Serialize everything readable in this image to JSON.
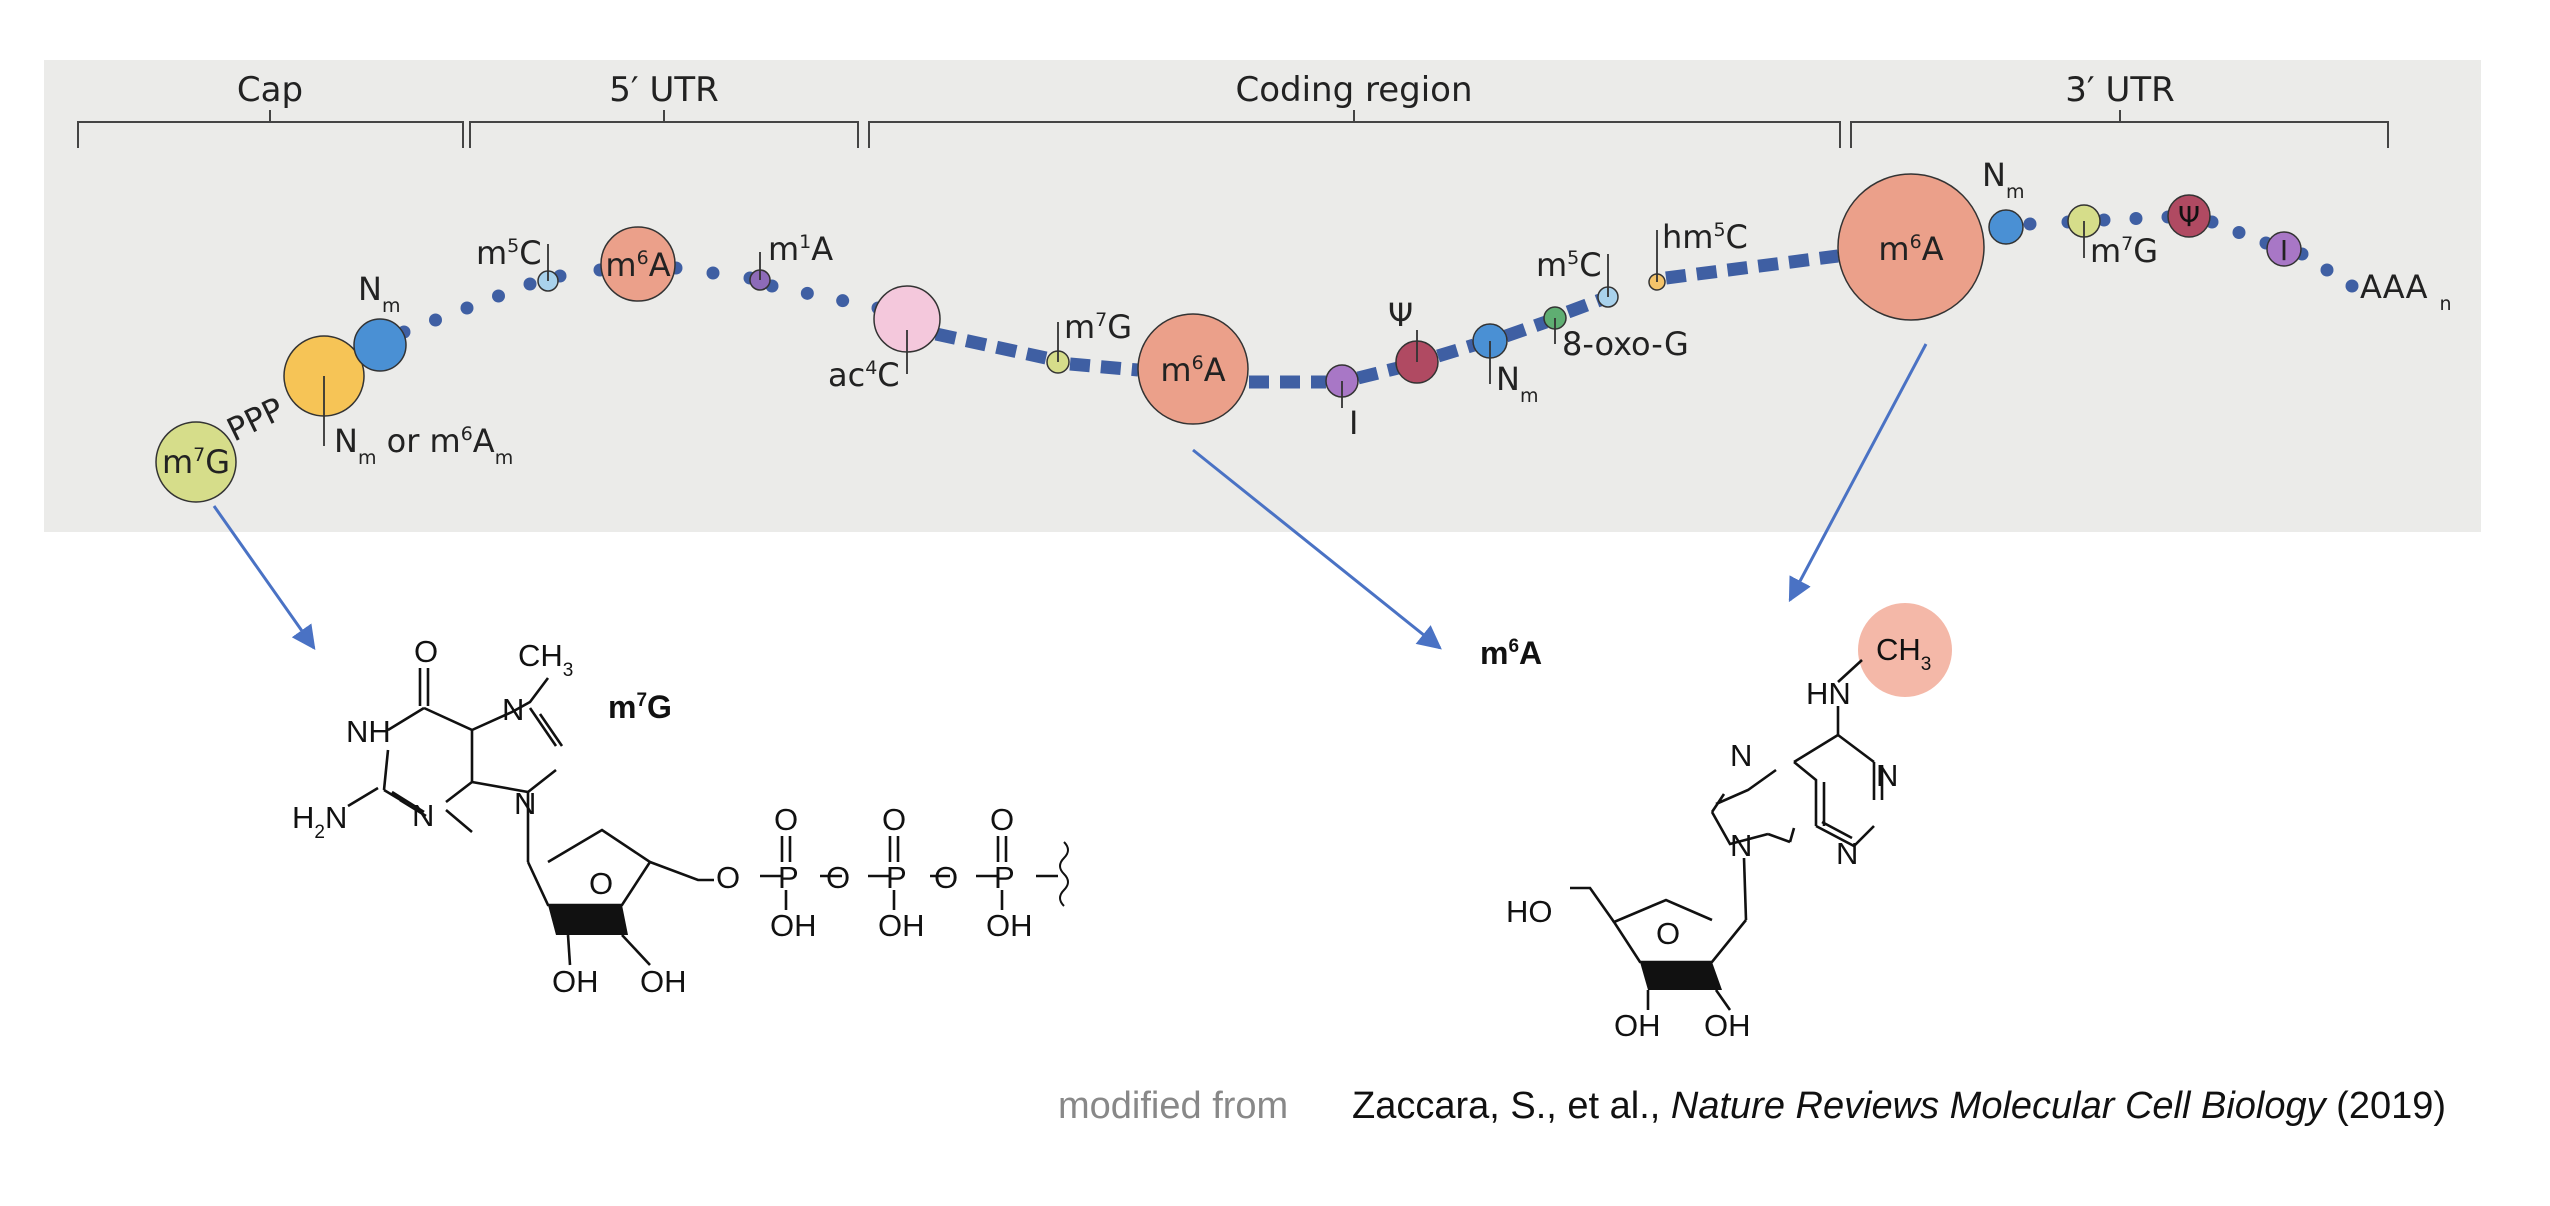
{
  "regions": {
    "cap": "Cap",
    "utr5": "5′ UTR",
    "coding": "Coding region",
    "utr3": "3′ UTR"
  },
  "mods": {
    "cap_m7g": {
      "base": "m",
      "sup": "7",
      "tail": "G"
    },
    "ppp": "PPP",
    "nm_or_m6am": {
      "a": "N",
      "a_sub": "m",
      "mid": " or m",
      "sup": "6",
      "b": "A",
      "b_sub": "m"
    },
    "nm1": {
      "base": "N",
      "sub": "m"
    },
    "m5c_1": {
      "base": "m",
      "sup": "5",
      "tail": "C"
    },
    "m6a_1": {
      "base": "m",
      "sup": "6",
      "tail": "A"
    },
    "m1a": {
      "base": "m",
      "sup": "1",
      "tail": "A"
    },
    "ac4c": {
      "base": "ac",
      "sup": "4",
      "tail": "C"
    },
    "m7g_2": {
      "base": "m",
      "sup": "7",
      "tail": "G"
    },
    "m6a_2": {
      "base": "m",
      "sup": "6",
      "tail": "A"
    },
    "i_1": "I",
    "psi_1": "Ψ",
    "nm2": {
      "base": "N",
      "sub": "m"
    },
    "oxo_g": "8-oxo-G",
    "m5c_2": {
      "base": "m",
      "sup": "5",
      "tail": "C"
    },
    "hm5c": {
      "base": "hm",
      "sup": "5",
      "tail": "C"
    },
    "m6a_3": {
      "base": "m",
      "sup": "6",
      "tail": "A"
    },
    "nm3": {
      "base": "N",
      "sub": "m"
    },
    "m7g_3": {
      "base": "m",
      "sup": "7",
      "tail": "G"
    },
    "psi_2": "Ψ",
    "i_2": "I",
    "polya": {
      "base": "AAA",
      "sub": "n"
    }
  },
  "structures": {
    "m7g_title": {
      "base": "m",
      "sup": "7",
      "tail": "G"
    },
    "m6a_title": {
      "base": "m",
      "sup": "6",
      "tail": "A"
    },
    "labels": {
      "O": "O",
      "N": "N",
      "NH": "NH",
      "HN": "HN",
      "H": "H",
      "CH": "CH",
      "three": "3",
      "two": "2",
      "OH": "OH",
      "HO": "HO",
      "P": "P"
    }
  },
  "caption": {
    "prefix": "modified from",
    "authors": "Zaccara, S., et al., ",
    "journal": "Nature Reviews Molecular Cell Biology",
    "year": " (2019)"
  },
  "colors": {
    "panel": "#ebebe9",
    "chain": "#3f5fa3",
    "arrow": "#4a72c4",
    "m6a": "#eba08a",
    "m7g": "#d6dd8a",
    "nm": "#4a90d4",
    "ppp_yellow": "#f6c456",
    "m5c": "#a9d2ec",
    "m1a": "#8d6bb8",
    "ac4c": "#f4c8dc",
    "inosine": "#a877c6",
    "psi": "#b04a62",
    "oxo_g": "#5fae72",
    "hm5c": "#f5c46a",
    "ch3_highlight": "#f4b8a8",
    "caption_grey": "#888888"
  }
}
